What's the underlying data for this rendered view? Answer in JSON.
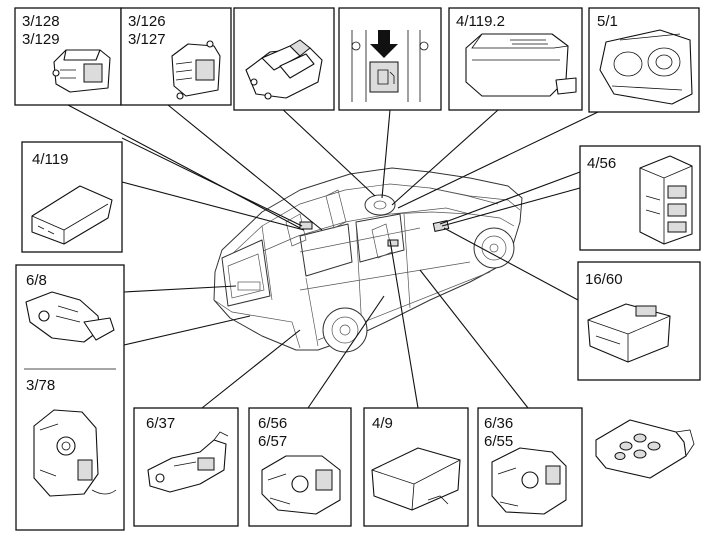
{
  "labels": {
    "c_3_128": "3/128",
    "c_3_129": "3/129",
    "c_3_126": "3/126",
    "c_3_127": "3/127",
    "c_4_119_2": "4/119.2",
    "c_5_1": "5/1",
    "c_4_119": "4/119",
    "c_4_56": "4/56",
    "c_6_8": "6/8",
    "c_16_60": "16/60",
    "c_3_78": "3/78",
    "c_6_37": "6/37",
    "c_6_56": "6/56",
    "c_6_57": "6/57",
    "c_4_9": "4/9",
    "c_6_36": "6/36",
    "c_6_55": "6/55"
  },
  "icons": {
    "fuel": "fuel-pump-icon",
    "arrow": "arrow-down-icon"
  },
  "colors": {
    "line": "#111111",
    "fill": "#ffffff",
    "shade": "#dcdcdc"
  }
}
